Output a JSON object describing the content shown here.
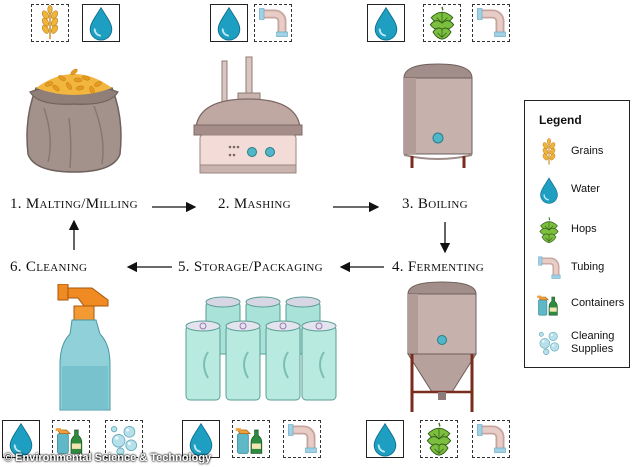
{
  "steps": {
    "malting": "1. Malting/Milling",
    "mashing": "2. Mashing",
    "boiling": "3. Boiling",
    "fermenting": "4. Fermenting",
    "storage": "5. Storage/Packaging",
    "cleaning": "6. Cleaning"
  },
  "legend": {
    "title": "Legend",
    "items": [
      {
        "label": "Grains",
        "icon": "grain-icon"
      },
      {
        "label": "Water",
        "icon": "water-drop-icon"
      },
      {
        "label": "Hops",
        "icon": "hops-icon"
      },
      {
        "label": "Tubing",
        "icon": "tubing-icon"
      },
      {
        "label": "Containers",
        "icon": "containers-icon"
      },
      {
        "label": "Cleaning Supplies",
        "icon": "cleaning-supplies-icon"
      }
    ]
  },
  "credit": "© Environmental Science & Technology",
  "colors": {
    "water": "#1e9fc2",
    "grain": "#e6a52b",
    "hops": "#6fae3a",
    "tubing": "#d8b6b0",
    "kettle": "#c9b3ae",
    "can": "#a9e2d8"
  }
}
